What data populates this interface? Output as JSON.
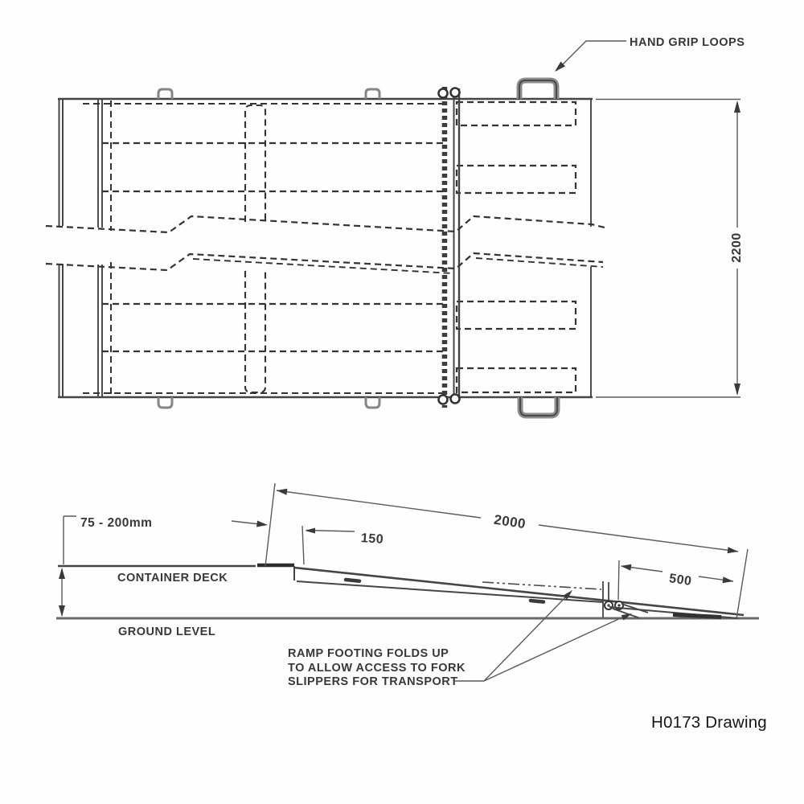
{
  "drawing": {
    "caption": "H0173 Drawing",
    "labels": {
      "hand_grip_loops": "HAND GRIP LOOPS",
      "container_deck": "CONTAINER DECK",
      "ground_level": "GROUND LEVEL",
      "deck_height_range": "75 - 200mm",
      "footing_note_line1": "RAMP FOOTING FOLDS UP",
      "footing_note_line2": "TO ALLOW ACCESS TO FORK",
      "footing_note_line3": "SLIPPERS FOR TRANSPORT"
    },
    "dimensions": {
      "overall_width": "2200",
      "ramp_length": "2000",
      "lip_length": "150",
      "foot_section_length": "500"
    },
    "colors": {
      "line": "#3f3f3f",
      "grey_part": "#868686",
      "text": "#383838",
      "background": "#ffffff"
    }
  }
}
